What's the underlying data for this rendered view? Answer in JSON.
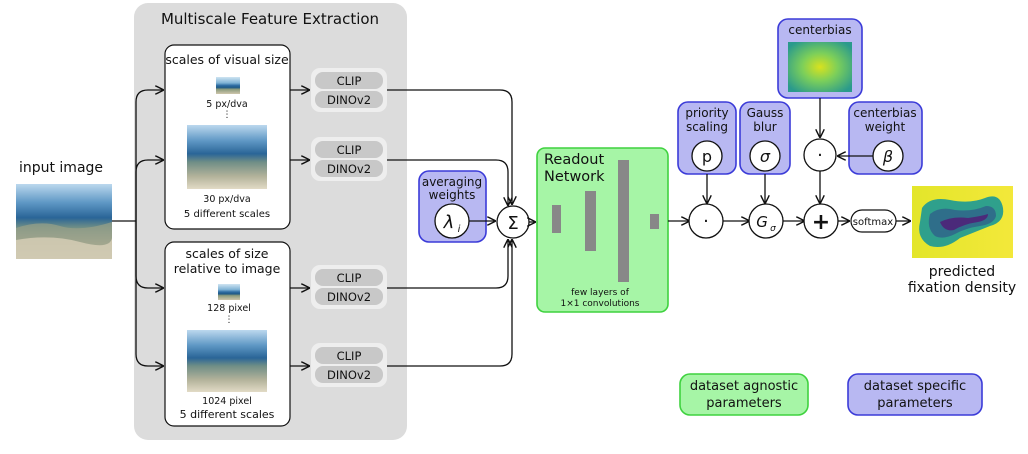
{
  "input": {
    "label": "input image"
  },
  "extraction": {
    "title": "Multiscale Feature Extraction",
    "visual": {
      "title": "scales of visual size",
      "small_label": "5 px/dva",
      "large_label": "30 px/dva",
      "note": "5 different scales"
    },
    "relative": {
      "title_line1": "scales of size",
      "title_line2": "relative to image",
      "small_label": "128 pixel",
      "large_label": "1024 pixel",
      "note": "5 different scales"
    },
    "model_a": "CLIP",
    "model_b": "DINOv2"
  },
  "averaging": {
    "line1": "averaging",
    "line2": "weights",
    "symbol": "λ",
    "subscript": "i"
  },
  "sum_symbol": "Σ",
  "readout": {
    "title_line1": "Readout",
    "title_line2": "Network",
    "note_line1": "few layers of",
    "note_line2": "1×1 convolutions"
  },
  "priority": {
    "line1": "priority",
    "line2": "scaling",
    "symbol": "p"
  },
  "gauss": {
    "line1": "Gauss",
    "line2": "blur",
    "symbol": "σ"
  },
  "centerbias": {
    "title": "centerbias"
  },
  "centerbias_weight": {
    "line1": "centerbias",
    "line2": "weight",
    "symbol": "β"
  },
  "ops": {
    "dot": "·",
    "plus": "+",
    "g": "G",
    "g_sub": "σ"
  },
  "softmax": "softmax",
  "output": {
    "line1": "predicted",
    "line2": "fixation density"
  },
  "legend": {
    "agnostic_line1": "dataset agnostic",
    "agnostic_line2": "parameters",
    "specific_line1": "dataset specific",
    "specific_line2": "parameters"
  },
  "colors": {
    "panel": "#dcdcdc",
    "green_fill": "#a6f5a6",
    "green_stroke": "#3fd23f",
    "blue_fill": "#b8b8f2",
    "blue_stroke": "#3b3bd8",
    "model_fill": "#c8c8c8"
  }
}
